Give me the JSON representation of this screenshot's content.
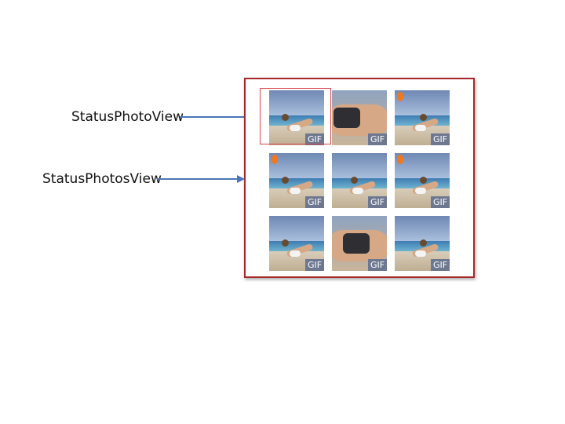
{
  "labels": {
    "status_photo_view": "StatusPhotoView",
    "status_photos_view": "StatusPhotosView"
  },
  "colors": {
    "frame_border": "#a8272b",
    "highlight_border": "#d8474a",
    "arrow": "#4a76b8",
    "gif_badge": "#6d7890"
  },
  "grid": {
    "rows": 3,
    "columns": 3,
    "badge_text": "GIF",
    "items": [
      {
        "badge": "GIF"
      },
      {
        "badge": "GIF"
      },
      {
        "badge": "GIF"
      },
      {
        "badge": "GIF"
      },
      {
        "badge": "GIF"
      },
      {
        "badge": "GIF"
      },
      {
        "badge": "GIF"
      },
      {
        "badge": "GIF"
      },
      {
        "badge": "GIF"
      }
    ]
  }
}
